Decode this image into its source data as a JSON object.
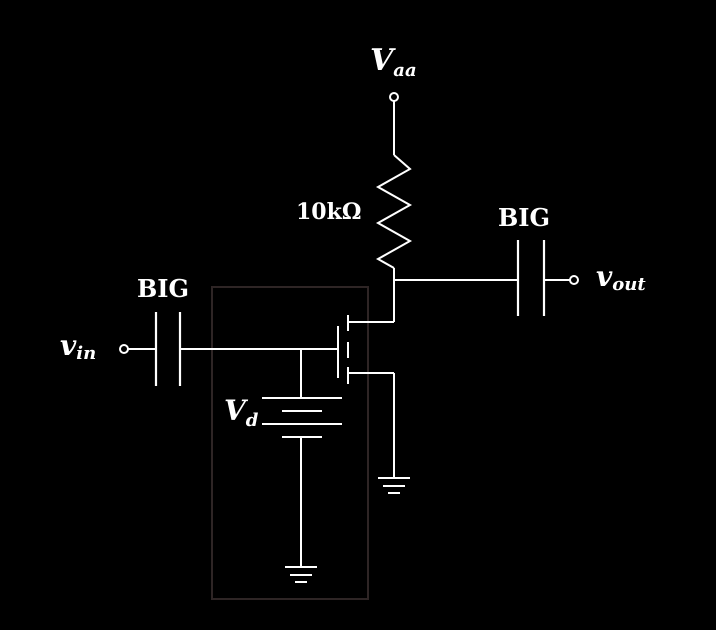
{
  "diagram": {
    "labels": {
      "supply_main": "V",
      "supply_sub": "aa",
      "resistor": "10kΩ",
      "cap_in": "BIG",
      "cap_out": "BIG",
      "input_main": "v",
      "input_sub": "in",
      "output_main": "v",
      "output_sub": "out",
      "bias_main": "V",
      "bias_sub": "d"
    },
    "colors": {
      "background": "#000000",
      "wire": "#ffffff",
      "highlight_box": "#2e2525"
    }
  }
}
